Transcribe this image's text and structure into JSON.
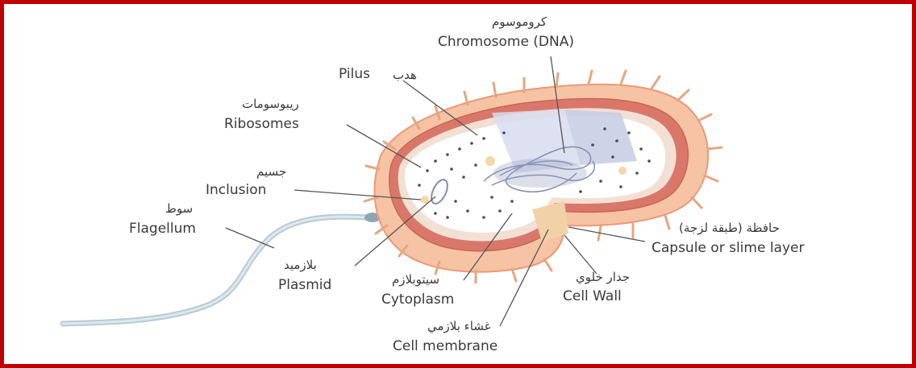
{
  "colors": {
    "frame": "#c00000",
    "capsule": "#f6c3a4",
    "capsule_edge": "#e89a78",
    "wall": "#d9786a",
    "membrane": "#f3e0d4",
    "cytoplasm": "#ffffff",
    "nucleoid": "#9aa4c0",
    "flagellum": "#b7cbd6",
    "leader": "#555555"
  },
  "labels": {
    "chromosome": {
      "ar": "كروموسوم",
      "en": "Chromosome (DNA)"
    },
    "pilus": {
      "ar": "هدب",
      "en": "Pilus"
    },
    "ribosomes": {
      "ar": "ريبوسومات",
      "en": "Ribosomes"
    },
    "inclusion": {
      "ar": "جسيم",
      "en": "Inclusion"
    },
    "flagellum": {
      "ar": "سوط",
      "en": "Flagellum"
    },
    "plasmid": {
      "ar": "بلازميد",
      "en": "Plasmid"
    },
    "cytoplasm": {
      "ar": "سيتوبلازم",
      "en": "Cytoplasm"
    },
    "cell_membrane": {
      "ar": "غشاء بلازمي",
      "en": "Cell membrane"
    },
    "cell_wall": {
      "ar": "جدار خلوي",
      "en": "Cell Wall"
    },
    "capsule": {
      "ar": "حافظة (طبقة لزجة)",
      "en": "Capsule or slime layer"
    }
  }
}
